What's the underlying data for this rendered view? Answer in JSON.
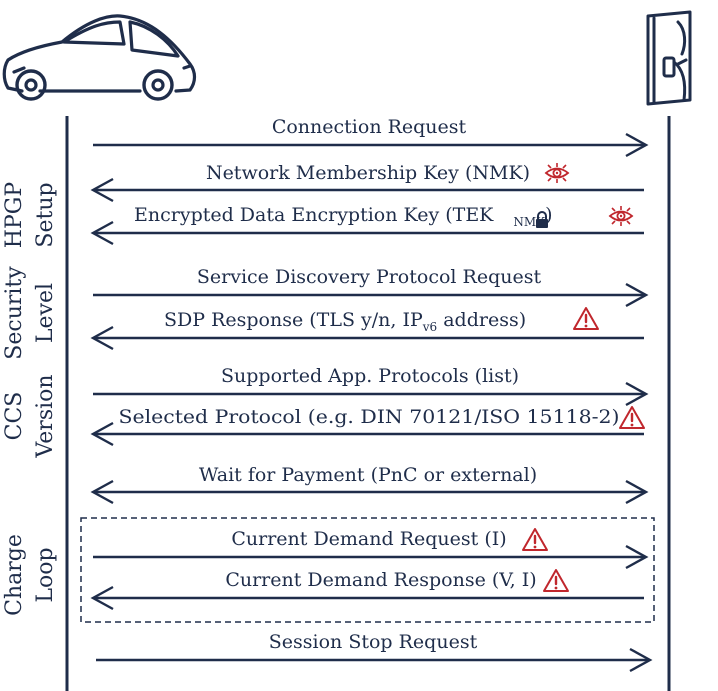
{
  "colors": {
    "line": "#1f2d4a",
    "warning": "#c0272d"
  },
  "icons": {
    "car": "car-icon",
    "charger": "charging-station-icon",
    "eye": "eye-icon",
    "warning": "warning-icon",
    "lock": "lock-icon"
  },
  "sections": [
    {
      "line1": "HPGP",
      "line2": "Setup"
    },
    {
      "line1": "Security",
      "line2": "Level"
    },
    {
      "line1": "CCS",
      "line2": "Version"
    },
    {
      "line1": "Charge",
      "line2": "Loop"
    }
  ],
  "messages": [
    {
      "text": "Connection Request",
      "direction": "to-charger"
    },
    {
      "text": "Network Membership Key (NMK)",
      "direction": "to-car",
      "marker": "eye"
    },
    {
      "text_a": "Encrypted Data Encryption Key (TEK",
      "subscript": "NMK",
      "text_b": ")",
      "direction": "to-car",
      "marker": "eye"
    },
    {
      "text": "Service Discovery Protocol Request",
      "direction": "to-charger"
    },
    {
      "text_a": "SDP Response (TLS y/n, IP",
      "subscript": "v6",
      "text_b": " address)",
      "direction": "to-car",
      "marker": "warning"
    },
    {
      "text": "Supported App. Protocols (list)",
      "direction": "to-charger"
    },
    {
      "text": "Selected Protocol (e.g. DIN 70121/ISO 15118-2)",
      "direction": "to-car",
      "marker": "warning"
    },
    {
      "text": "Wait for Payment (PnC or external)",
      "direction": "both"
    },
    {
      "text": "Current Demand Request (I)",
      "direction": "to-charger",
      "marker": "warning"
    },
    {
      "text": "Current Demand Response (V, I)",
      "direction": "to-car",
      "marker": "warning"
    },
    {
      "text": "Session Stop Request",
      "direction": "to-charger"
    }
  ]
}
